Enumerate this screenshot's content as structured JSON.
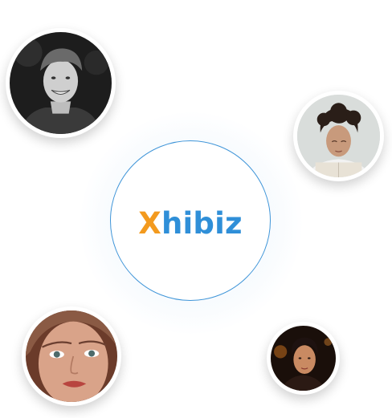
{
  "logo": {
    "accent_letter": "X",
    "rest": "hibiz",
    "accent_color": "#f39a1e",
    "brand_color": "#2f8fd8"
  },
  "avatars": [
    {
      "name": "person-photo-top-left"
    },
    {
      "name": "person-photo-top-right"
    },
    {
      "name": "person-photo-bottom-left"
    },
    {
      "name": "person-photo-bottom-right"
    }
  ]
}
